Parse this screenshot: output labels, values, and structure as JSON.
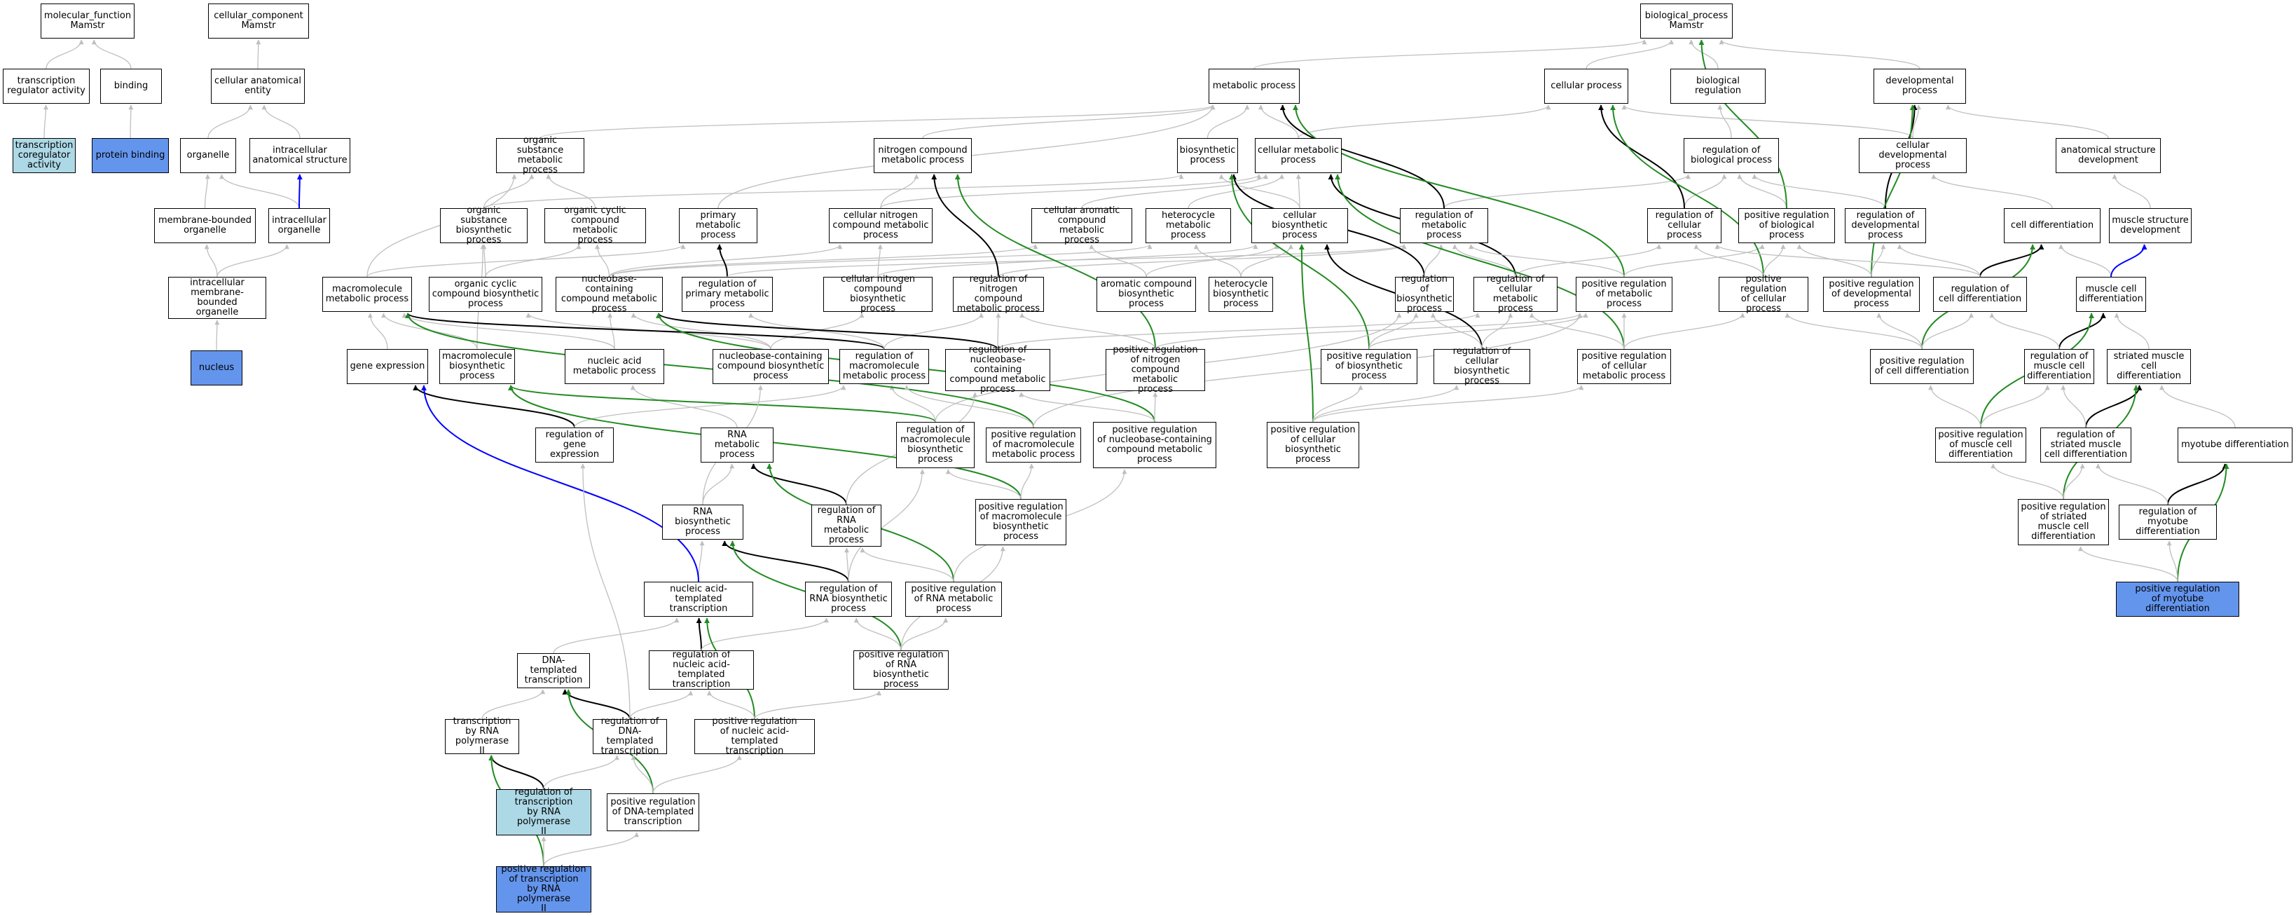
{
  "colors": {
    "edge_gray": "#bfbfbf",
    "edge_black": "#000000",
    "edge_green": "#228b22",
    "edge_blue": "#0000ff",
    "node_highlight": "#6495ed",
    "node_light": "#add8e6"
  },
  "nodes": {
    "mf": "molecular_function\nMamstr",
    "cc": "cellular_component\nMamstr",
    "bp": "biological_process\nMamstr",
    "tra": "transcription\nregulator activity",
    "binding": "binding",
    "tca": "transcription\ncoregulator\nactivity",
    "pb": "protein binding",
    "cae": "cellular anatomical\nentity",
    "organelle": "organelle",
    "ias": "intracellular\nanatomical structure",
    "mbo": "membrane-bounded\norganelle",
    "io": "intracellular\norganelle",
    "imbo": "intracellular\nmembrane-bounded\norganelle",
    "nucleus": "nucleus",
    "metab": "metabolic process",
    "cellproc": "cellular process",
    "bioreg": "biological regulation",
    "dev": "developmental\nprocess",
    "osmp": "organic substance\nmetabolic process",
    "ncmp": "nitrogen compound\nmetabolic process",
    "biosyn": "biosynthetic\nprocess",
    "cmp": "cellular metabolic\nprocess",
    "regbp": "regulation of\nbiological process",
    "cdp": "cellular developmental\nprocess",
    "asd": "anatomical structure\ndevelopment",
    "osbp": "organic substance\nbiosynthetic\nprocess",
    "occmp": "organic cyclic\ncompound metabolic\nprocess",
    "pmp": "primary metabolic\nprocess",
    "cncmp": "cellular nitrogen\ncompound metabolic\nprocess",
    "cacmp": "cellular aromatic\ncompound metabolic\nprocess",
    "hmp": "heterocycle\nmetabolic process",
    "cbp": "cellular biosynthetic\nprocess",
    "regmp": "regulation of\nmetabolic process",
    "regcp": "regulation of\ncellular process",
    "posregbp": "positive regulation\nof biological\nprocess",
    "regdp": "regulation of\ndevelopmental\nprocess",
    "celldiff": "cell differentiation",
    "msd": "muscle structure\ndevelopment",
    "mmp": "macromolecule\nmetabolic process",
    "occbp": "organic cyclic\ncompound biosynthetic\nprocess",
    "nbcmp": "nucleobase-containing\ncompound metabolic\nprocess",
    "regpmp": "regulation of\nprimary metabolic\nprocess",
    "cncbp": "cellular nitrogen\ncompound biosynthetic\nprocess",
    "regncmp": "regulation of\nnitrogen compound\nmetabolic process",
    "acbp": "aromatic compound\nbiosynthetic\nprocess",
    "hbp": "heterocycle\nbiosynthetic\nprocess",
    "regbiosyn": "regulation of\nbiosynthetic\nprocess",
    "regcmp": "regulation of\ncellular metabolic\nprocess",
    "posregmp": "positive regulation\nof metabolic\nprocess",
    "posregcp": "positive regulation\nof cellular\nprocess",
    "posregdp": "positive regulation\nof developmental\nprocess",
    "regcd": "regulation of\ncell differentiation",
    "mcd": "muscle cell\ndifferentiation",
    "ge": "gene expression",
    "mbp": "macromolecule\nbiosynthetic\nprocess",
    "nmp": "nucleic acid\nmetabolic process",
    "nbcbp": "nucleobase-containing\ncompound biosynthetic\nprocess",
    "regmmp": "regulation of\nmacromolecule\nmetabolic process",
    "regnbcmp": "regulation of\nnucleobase-containing\ncompound metabolic\nprocess",
    "posregncmp": "positive regulation\nof nitrogen\ncompound metabolic\nprocess",
    "posregbiosyn": "positive regulation\nof biosynthetic\nprocess",
    "regcbp": "regulation of\ncellular biosynthetic\nprocess",
    "posregcmp": "positive regulation\nof cellular\nmetabolic process",
    "posregcd": "positive regulation\nof cell differentiation",
    "regmcd": "regulation of\nmuscle cell\ndifferentiation",
    "smcd": "striated muscle\ncell differentiation",
    "regge": "regulation of\ngene expression",
    "rnamp": "RNA metabolic\nprocess",
    "regmbp": "regulation of\nmacromolecule\nbiosynthetic\nprocess",
    "posregmmp": "positive regulation\nof macromolecule\nmetabolic process",
    "posregnbcmp": "positive regulation\nof nucleobase-containing\ncompound metabolic\nprocess",
    "posregcbp": "positive regulation\nof cellular\nbiosynthetic\nprocess",
    "posregmcd": "positive regulation\nof muscle cell\ndifferentiation",
    "regsmcd": "regulation of\nstriated muscle\ncell differentiation",
    "myod": "myotube differentiation",
    "rnabp": "RNA biosynthetic\nprocess",
    "regrnamp": "regulation of\nRNA metabolic\nprocess",
    "posregmbp": "positive regulation\nof macromolecule\nbiosynthetic\nprocess",
    "posregsmcd": "positive regulation\nof striated\nmuscle cell\ndifferentiation",
    "regmyod": "regulation of\nmyotube differentiation",
    "natt": "nucleic acid-templated\ntranscription",
    "regrnabp": "regulation of\nRNA biosynthetic\nprocess",
    "posregrnamp": "positive regulation\nof RNA metabolic\nprocess",
    "posregmyod": "positive regulation\nof myotube differentiation",
    "dtt": "DNA-templated\ntranscription",
    "regnatt": "regulation of\nnucleic acid-templated\ntranscription",
    "posregrnabp": "positive regulation\nof RNA biosynthetic\nprocess",
    "tbp2": "transcription\nby RNA polymerase\nII",
    "regdtt": "regulation of\nDNA-templated\ntranscription",
    "posregnatt": "positive regulation\nof nucleic acid-templated\ntranscription",
    "regtbp2": "regulation of\ntranscription\nby RNA polymerase\nII",
    "posregdtt": "positive regulation\nof DNA-templated\ntranscription",
    "posregtbp2": "positive regulation\nof transcription\nby RNA polymerase\nII"
  }
}
